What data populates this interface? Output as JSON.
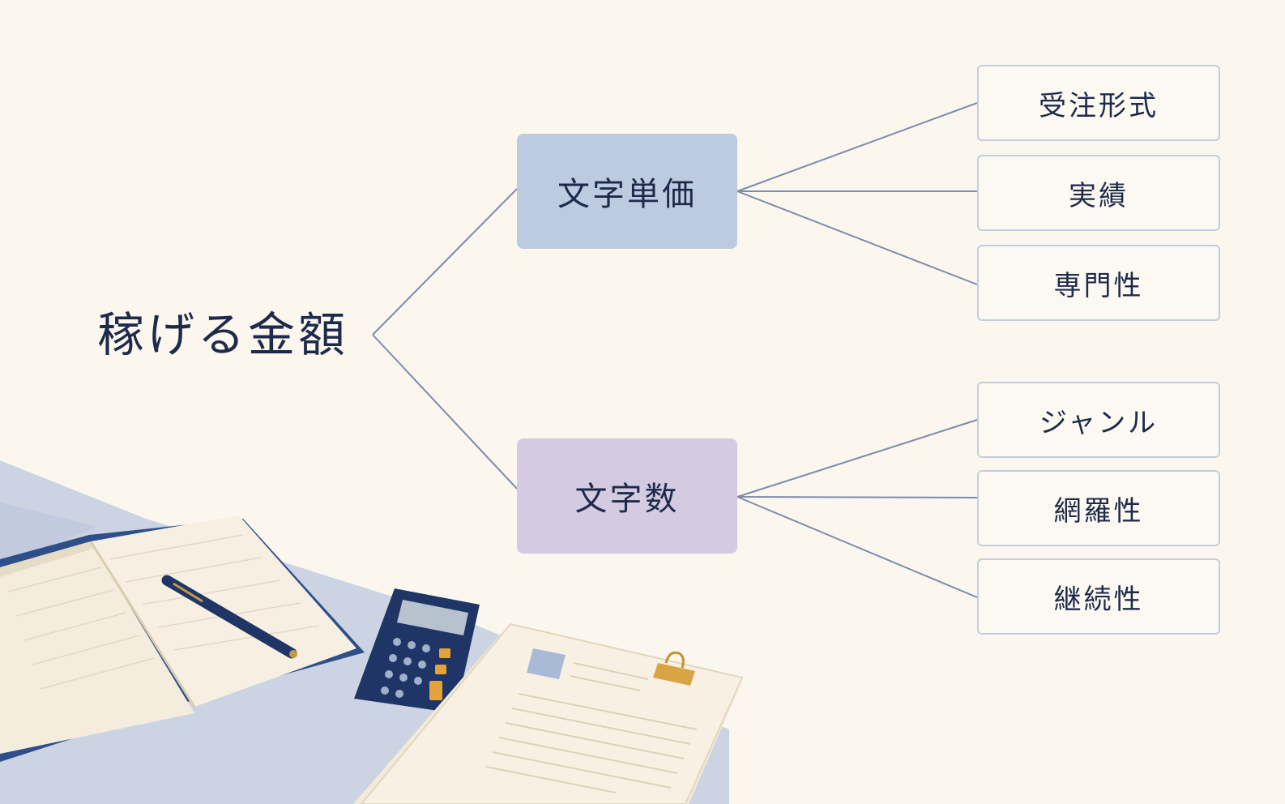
{
  "diagram": {
    "root": "稼げる金額",
    "branches": [
      {
        "label": "文字単価",
        "children": [
          "受注形式",
          "実績",
          "専門性"
        ]
      },
      {
        "label": "文字数",
        "children": [
          "ジャンル",
          "網羅性",
          "継続性"
        ]
      }
    ]
  },
  "colors": {
    "background": "#fbf7ee",
    "text": "#1e2a4a",
    "branch_1_fill": "#bdcbe0",
    "branch_2_fill": "#d4cbe2",
    "leaf_border": "#c3cddd",
    "connector": "#7e8bab"
  },
  "icons": [
    "open-notebook-icon",
    "pen-icon",
    "calculator-icon",
    "document-icon",
    "binder-clip-icon"
  ]
}
